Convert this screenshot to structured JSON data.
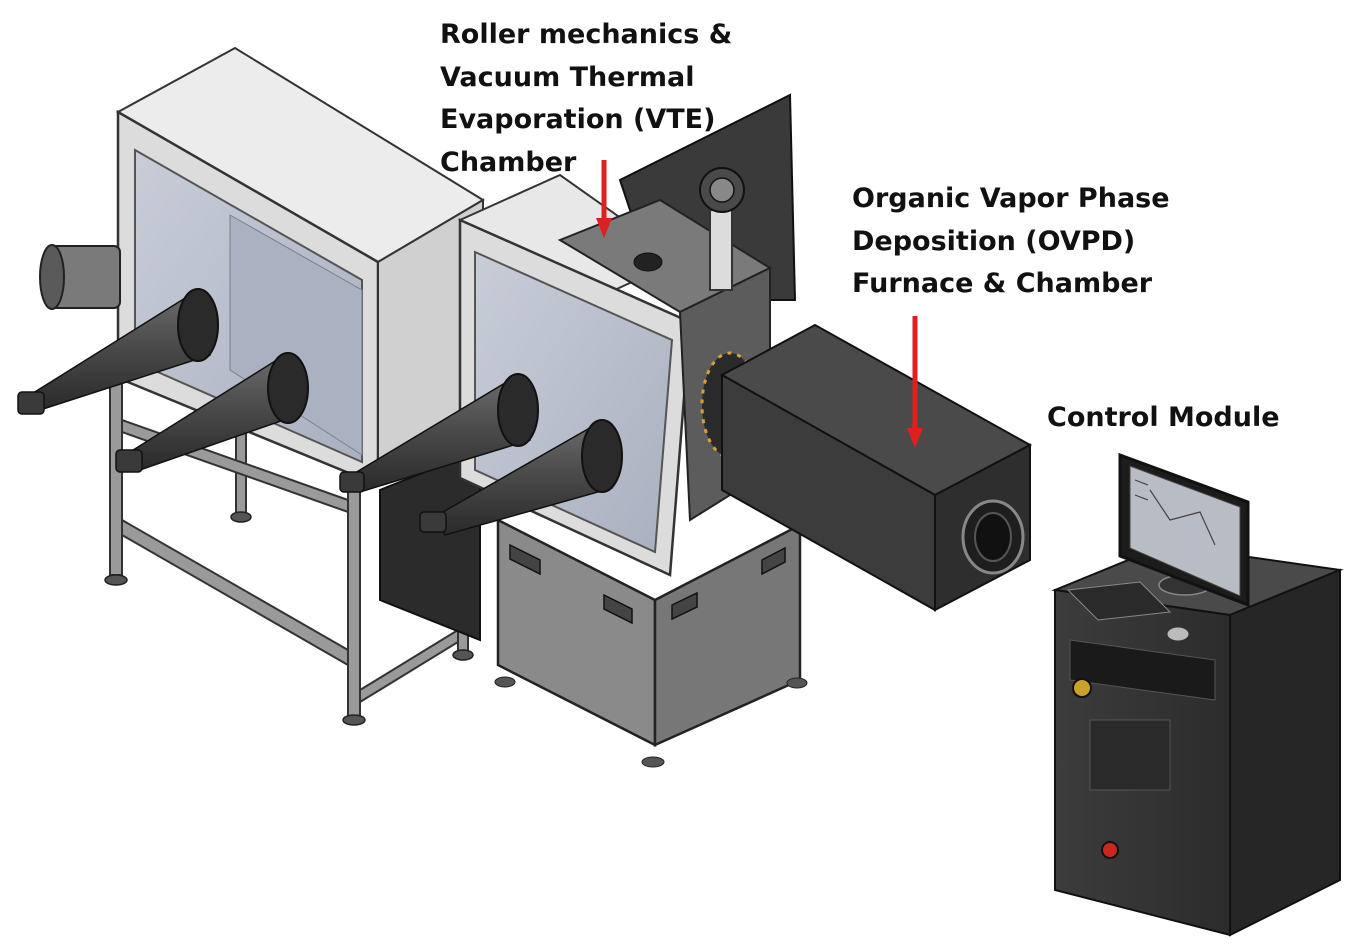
{
  "labels": {
    "vte": [
      "Roller mechanics &",
      "Vacuum Thermal",
      "Evaporation (VTE)",
      "Chamber"
    ],
    "ovpd": [
      "Organic Vapor Phase",
      "Deposition (OVPD)",
      "Furnace & Chamber"
    ],
    "control": [
      "Control Module"
    ]
  },
  "colors": {
    "arrow": "#e01f1f",
    "glovebox_frame": "#dedede",
    "glovebox_window": "#b9c0cf",
    "dark_body": "#3a3a3a",
    "text": "#111111"
  }
}
